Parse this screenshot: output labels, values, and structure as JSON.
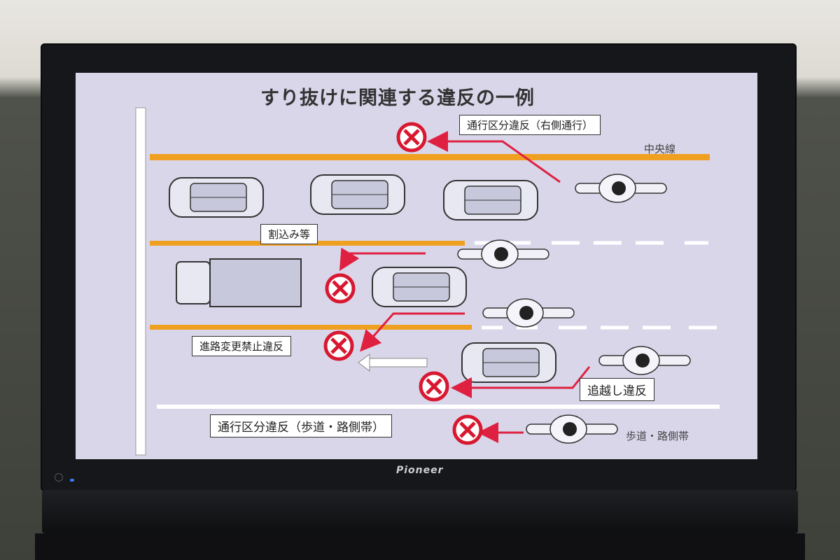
{
  "slide": {
    "title": "すり抜けに関連する違反の一例",
    "labels": {
      "tsuukou_right": "通行区分違反（右側通行）",
      "chuuousen": "中央線",
      "warikomi": "割込み等",
      "shinro": "進路変更禁止違反",
      "oikoshi": "追越し違反",
      "tsuukou_hodou": "通行区分違反（歩道・路側帯）",
      "hodou": "歩道・路側帯"
    }
  },
  "tv": {
    "brand": "Pioneer"
  },
  "colors": {
    "center_line": "#f0a020",
    "arrow": "#e02040",
    "no_sign": "#d81830",
    "screen": "#d9d6ea"
  }
}
